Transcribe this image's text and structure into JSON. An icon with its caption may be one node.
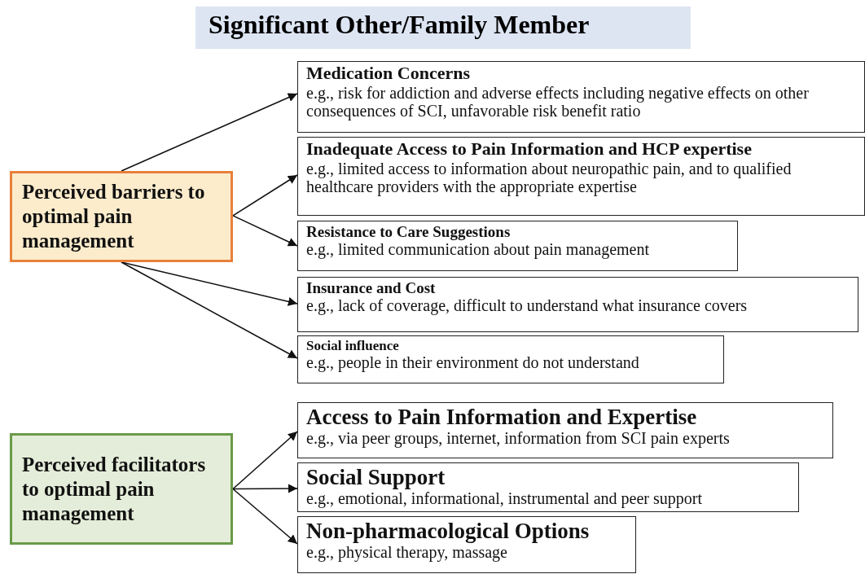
{
  "diagram": {
    "title": "Significant Other/Family Member",
    "nodes": [
      {
        "text": [
          "Perceived barriers to optimal pain management"
        ]
      },
      {
        "text": [
          "Medication Concerns",
          "e.g., risk for addiction and adverse effects including negative effects on other consequences of SCI, unfavorable risk benefit ratio"
        ]
      },
      {
        "text": [
          "Inadequate Access to Pain Information and HCP expertise",
          "e.g., limited access to information about neuropathic pain, and to qualified healthcare providers with the appropriate expertise"
        ]
      },
      {
        "text": [
          "Resistance to Care Suggestions",
          "e.g., limited communication about pain management"
        ]
      },
      {
        "text": [
          "Insurance and Cost",
          "e.g., lack of coverage, difficult to understand what insurance covers"
        ]
      },
      {
        "text": [
          "Social influence",
          "e.g., people in their environment do not understand"
        ]
      },
      {
        "text": [
          "Perceived facilitators to optimal pain management"
        ]
      },
      {
        "text": [
          "Access to Pain Information and Expertise",
          "e.g., via peer groups, internet, information from SCI pain experts"
        ]
      },
      {
        "text": [
          "Social Support",
          "e.g., emotional, informational, instrumental and peer support"
        ]
      },
      {
        "text": [
          "Non-pharmacological Options",
          "e.g., physical therapy, massage"
        ]
      }
    ],
    "edges": [
      {
        "from": 0,
        "to": 1,
        "arrow": "to"
      },
      {
        "from": 0,
        "to": 2,
        "arrow": "to"
      },
      {
        "from": 0,
        "to": 3,
        "arrow": "to"
      },
      {
        "from": 0,
        "to": 4,
        "arrow": "to"
      },
      {
        "from": 0,
        "to": 5,
        "arrow": "to"
      },
      {
        "from": 6,
        "to": 7,
        "arrow": "to"
      },
      {
        "from": 6,
        "to": 8,
        "arrow": "to"
      },
      {
        "from": 6,
        "to": 9,
        "arrow": "to"
      }
    ]
  }
}
